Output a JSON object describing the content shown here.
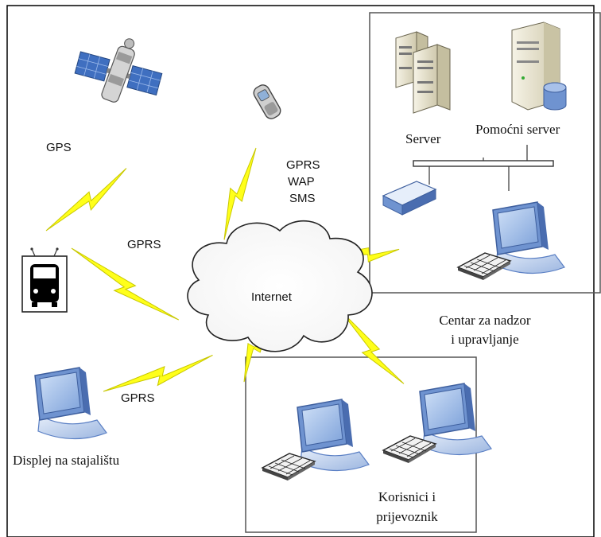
{
  "labels": {
    "gps": "GPS",
    "gprs_bus": "GPRS",
    "gprs_phone": "GPRS",
    "wap": "WAP",
    "sms": "SMS",
    "internet": "Internet",
    "gprs_display": "GPRS",
    "server": "Server",
    "backup_server": "Pomoćni server",
    "control_center_line1": "Centar za nadzor",
    "control_center_line2": "i upravljanje",
    "stop_display": "Displej na stajalištu",
    "users_line1": "Korisnici i",
    "users_line2": "prijevoznik"
  },
  "colors": {
    "lightning": "#ffff1a",
    "lightning_stroke": "#c8c800",
    "monitor_blue": "#5a7fc4",
    "screen_light": "#bfd6f5",
    "server_beige": "#e8e4d2"
  }
}
